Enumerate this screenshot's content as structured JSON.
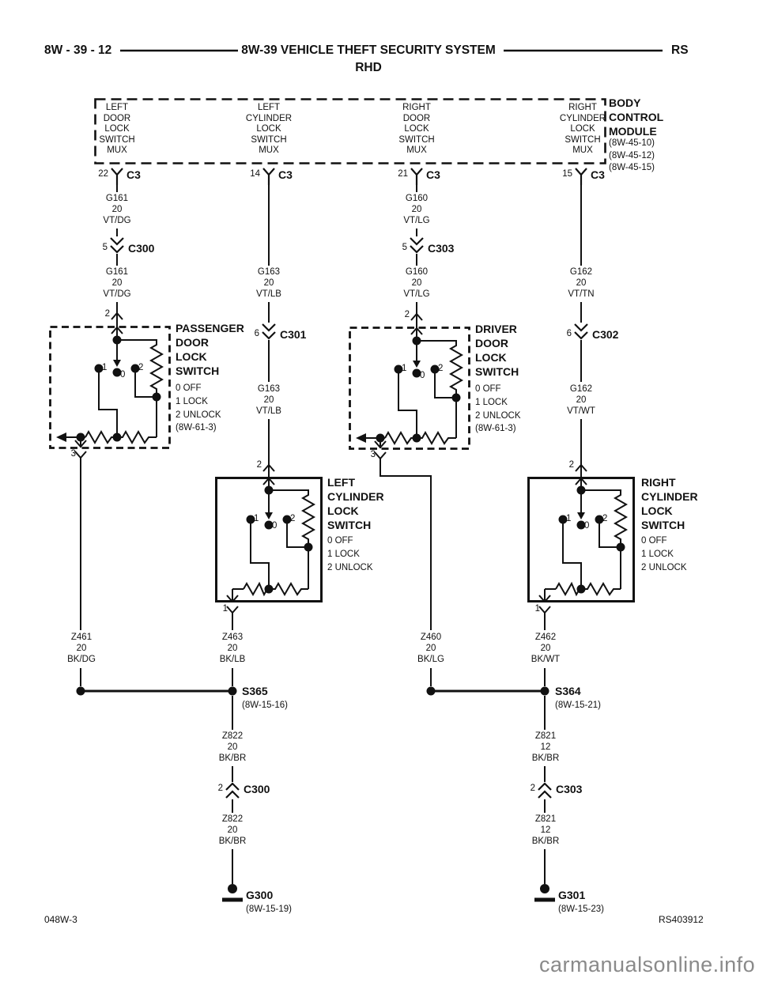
{
  "header": {
    "page_ref": "8W - 39 - 12",
    "title": "8W-39 VEHICLE THEFT SECURITY SYSTEM",
    "drive": "RHD",
    "platform": "RS"
  },
  "footer": {
    "sheet": "048W-3",
    "drawing": "RS403912"
  },
  "watermark": "carmanualsonline.info",
  "bcm": {
    "name": [
      "BODY",
      "CONTROL",
      "MODULE"
    ],
    "refs": [
      "(8W-45-10)",
      "(8W-45-12)",
      "(8W-45-15)"
    ]
  },
  "columns": [
    {
      "mux": [
        "LEFT",
        "DOOR",
        "LOCK",
        "SWITCH",
        "MUX"
      ],
      "bcm_pin": "22",
      "bcm_conn": "C3",
      "wire_upper": {
        "circuit": "G161",
        "gauge": "20",
        "color": "VT/DG"
      },
      "inline_conn": {
        "pin": "5",
        "name": "C300"
      },
      "wire_lower": {
        "circuit": "G161",
        "gauge": "20",
        "color": "VT/DG"
      },
      "switch_pin_in": "2",
      "switch_pin_out": "3",
      "wire_exit": {
        "circuit": "Z461",
        "gauge": "20",
        "color": "BK/DG"
      }
    },
    {
      "mux": [
        "LEFT",
        "CYLINDER",
        "LOCK",
        "SWITCH",
        "MUX"
      ],
      "bcm_pin": "14",
      "bcm_conn": "C3",
      "wire_upper": {
        "circuit": "G163",
        "gauge": "20",
        "color": "VT/LB"
      },
      "inline_conn": {
        "pin": "6",
        "name": "C301"
      },
      "wire_lower": {
        "circuit": "G163",
        "gauge": "20",
        "color": "VT/LB"
      },
      "switch_pin_in": "2",
      "switch_pin_out": "1",
      "wire_exit": {
        "circuit": "Z463",
        "gauge": "20",
        "color": "BK/LB"
      }
    },
    {
      "mux": [
        "RIGHT",
        "DOOR",
        "LOCK",
        "SWITCH",
        "MUX"
      ],
      "bcm_pin": "21",
      "bcm_conn": "C3",
      "wire_upper": {
        "circuit": "G160",
        "gauge": "20",
        "color": "VT/LG"
      },
      "inline_conn": {
        "pin": "5",
        "name": "C303"
      },
      "wire_lower": {
        "circuit": "G160",
        "gauge": "20",
        "color": "VT/LG"
      },
      "switch_pin_in": "2",
      "switch_pin_out": "3",
      "wire_exit": {
        "circuit": "Z460",
        "gauge": "20",
        "color": "BK/LG"
      }
    },
    {
      "mux": [
        "RIGHT",
        "CYLINDER",
        "LOCK",
        "SWITCH",
        "MUX"
      ],
      "bcm_pin": "15",
      "bcm_conn": "C3",
      "wire_upper": {
        "circuit": "G162",
        "gauge": "20",
        "color": "VT/TN"
      },
      "inline_conn": {
        "pin": "6",
        "name": "C302"
      },
      "wire_lower": {
        "circuit": "G162",
        "gauge": "20",
        "color": "VT/WT"
      },
      "switch_pin_in": "2",
      "switch_pin_out": "1",
      "wire_exit": {
        "circuit": "Z462",
        "gauge": "20",
        "color": "BK/WT"
      }
    }
  ],
  "switches": [
    {
      "name": [
        "PASSENGER",
        "DOOR",
        "LOCK",
        "SWITCH"
      ],
      "positions": [
        "0 OFF",
        "1 LOCK",
        "2 UNLOCK"
      ],
      "ref": "(8W-61-3)",
      "contact_1": "1",
      "contact_0": "0",
      "contact_2": "2"
    },
    {
      "name": [
        "LEFT",
        "CYLINDER",
        "LOCK",
        "SWITCH"
      ],
      "positions": [
        "0 OFF",
        "1 LOCK",
        "2 UNLOCK"
      ],
      "contact_1": "1",
      "contact_0": "0",
      "contact_2": "2"
    },
    {
      "name": [
        "DRIVER",
        "DOOR",
        "LOCK",
        "SWITCH"
      ],
      "positions": [
        "0 OFF",
        "1 LOCK",
        "2 UNLOCK"
      ],
      "ref": "(8W-61-3)",
      "contact_1": "1",
      "contact_0": "0",
      "contact_2": "2"
    },
    {
      "name": [
        "RIGHT",
        "CYLINDER",
        "LOCK",
        "SWITCH"
      ],
      "positions": [
        "0 OFF",
        "1 LOCK",
        "2 UNLOCK"
      ],
      "contact_1": "1",
      "contact_0": "0",
      "contact_2": "2"
    }
  ],
  "ground_runs": [
    {
      "splice": {
        "name": "S365",
        "ref": "(8W-15-16)"
      },
      "wire_upper": {
        "circuit": "Z822",
        "gauge": "20",
        "color": "BK/BR"
      },
      "inline_conn": {
        "pin": "2",
        "name": "C300"
      },
      "wire_lower": {
        "circuit": "Z822",
        "gauge": "20",
        "color": "BK/BR"
      },
      "ground": {
        "name": "G300",
        "ref": "(8W-15-19)"
      }
    },
    {
      "splice": {
        "name": "S364",
        "ref": "(8W-15-21)"
      },
      "wire_upper": {
        "circuit": "Z821",
        "gauge": "12",
        "color": "BK/BR"
      },
      "inline_conn": {
        "pin": "2",
        "name": "C303"
      },
      "wire_lower": {
        "circuit": "Z821",
        "gauge": "12",
        "color": "BK/BR"
      },
      "ground": {
        "name": "G301",
        "ref": "(8W-15-23)"
      }
    }
  ]
}
